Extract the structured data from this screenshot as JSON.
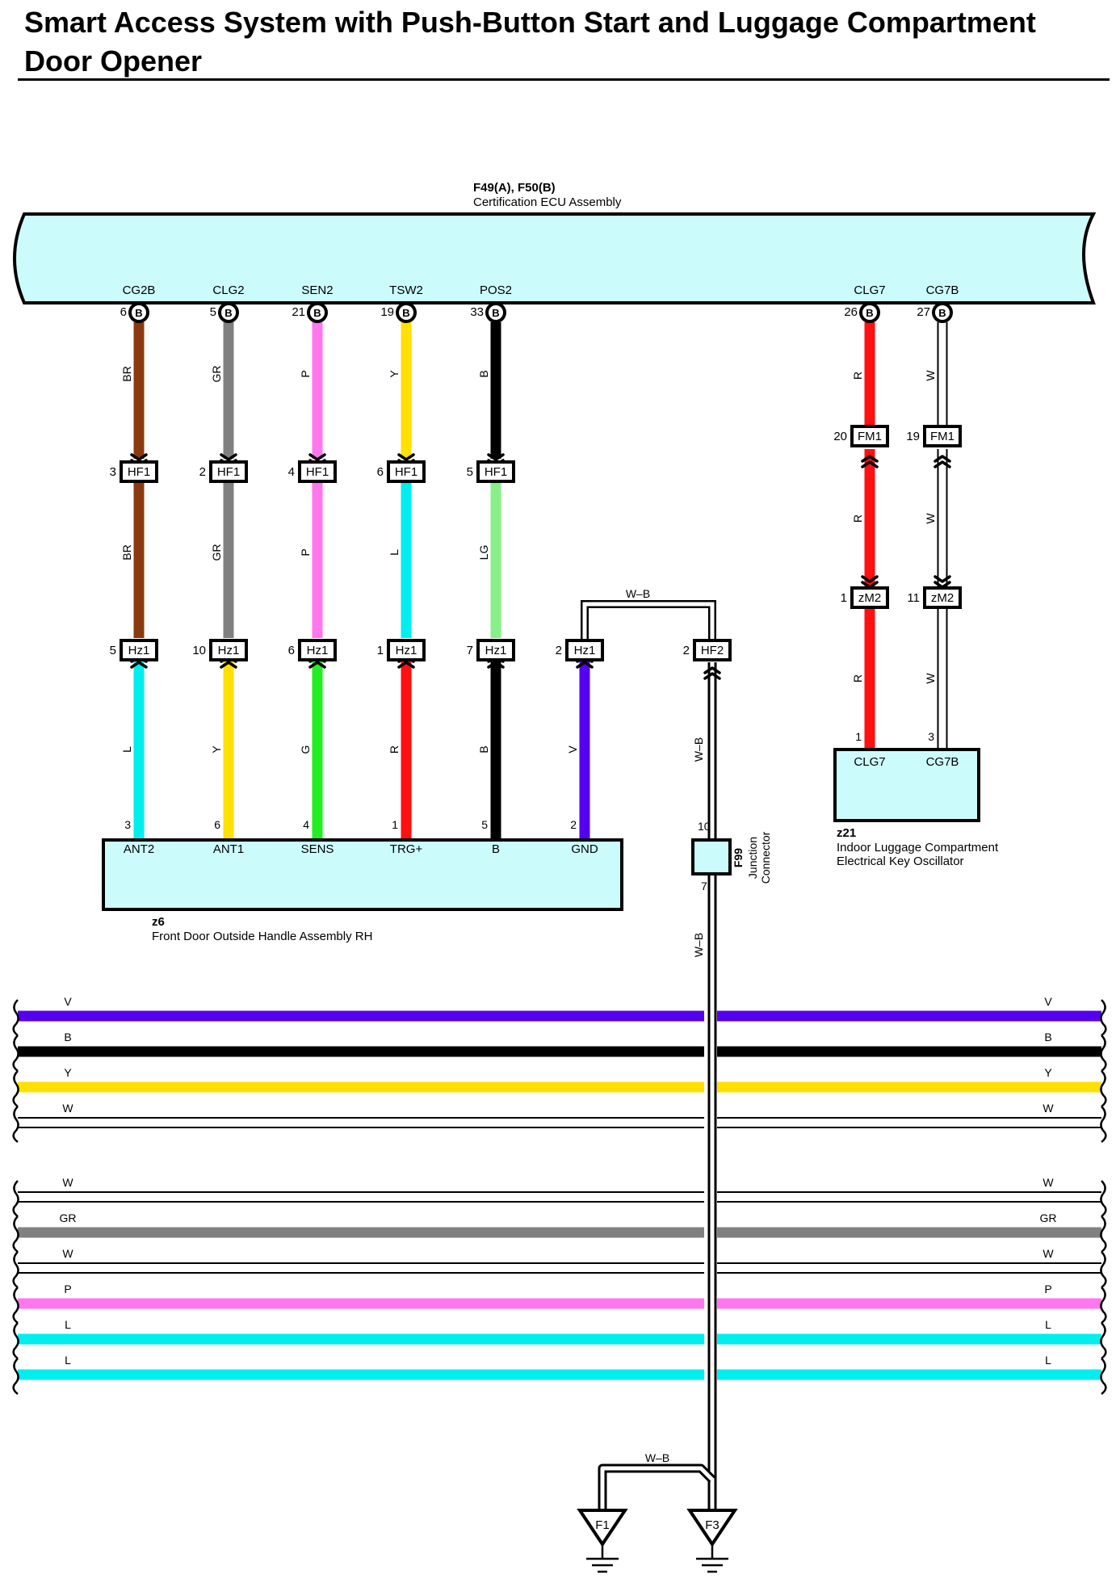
{
  "title": "Smart Access System with Push-Button Start and Luggage Compartment Door Opener",
  "ecu": {
    "code": "F49(A), F50(B)",
    "name": "Certification ECU Assembly",
    "terminals": [
      {
        "label": "CG2B",
        "pin": "6",
        "marker": "B"
      },
      {
        "label": "CLG2",
        "pin": "5",
        "marker": "B"
      },
      {
        "label": "SEN2",
        "pin": "21",
        "marker": "B"
      },
      {
        "label": "TSW2",
        "pin": "19",
        "marker": "B"
      },
      {
        "label": "POS2",
        "pin": "33",
        "marker": "B"
      },
      {
        "label": "CLG7",
        "pin": "26",
        "marker": "B"
      },
      {
        "label": "CG7B",
        "pin": "27",
        "marker": "B"
      }
    ]
  },
  "left_circuits": [
    {
      "upper_color": "BR",
      "upper_hex": "#8B3A0F",
      "hf1_pin": "3",
      "mid_color": "BR",
      "mid_hex": "#8B3A0F",
      "hz1_pin": "5",
      "lower_color": "L",
      "lower_hex": "#00EEEE",
      "z6_pin": "3",
      "z6_label": "ANT2"
    },
    {
      "upper_color": "GR",
      "upper_hex": "#808080",
      "hf1_pin": "2",
      "mid_color": "GR",
      "mid_hex": "#808080",
      "hz1_pin": "10",
      "lower_color": "Y",
      "lower_hex": "#FFE000",
      "z6_pin": "6",
      "z6_label": "ANT1"
    },
    {
      "upper_color": "P",
      "upper_hex": "#FF77EE",
      "hf1_pin": "4",
      "mid_color": "P",
      "mid_hex": "#FF77EE",
      "hz1_pin": "6",
      "lower_color": "G",
      "lower_hex": "#22EE22",
      "z6_pin": "4",
      "z6_label": "SENS"
    },
    {
      "upper_color": "Y",
      "upper_hex": "#FFE000",
      "hf1_pin": "6",
      "mid_color": "L",
      "mid_hex": "#00EEEE",
      "hz1_pin": "1",
      "lower_color": "R",
      "lower_hex": "#FF1111",
      "z6_pin": "1",
      "z6_label": "TRG+"
    },
    {
      "upper_color": "B",
      "upper_hex": "#000000",
      "hf1_pin": "5",
      "mid_color": "LG",
      "mid_hex": "#88F088",
      "hz1_pin": "7",
      "lower_color": "B",
      "lower_hex": "#000000",
      "z6_pin": "5",
      "z6_label": "B"
    }
  ],
  "gnd_circuit": {
    "hz1_pin": "2",
    "lower_color": "V",
    "lower_hex": "#5500EE",
    "z6_pin": "2",
    "z6_label": "GND",
    "bridge_color": "W–B",
    "hf2_pin": "2"
  },
  "connector_names": {
    "hf1": "HF1",
    "hz1": "Hz1",
    "hf2": "HF2",
    "fm1": "FM1",
    "zm2": "zM2"
  },
  "right_circuits": [
    {
      "upper_color": "R",
      "upper_hex": "#FF1111",
      "fm1_pin": "20",
      "mid_color": "R",
      "zm2_pin": "1",
      "lower_color": "R",
      "z21_pin": "1",
      "z21_label": "CLG7"
    },
    {
      "upper_color": "W",
      "upper_hex": "#FFFFFF",
      "fm1_pin": "19",
      "mid_color": "W",
      "zm2_pin": "11",
      "lower_color": "W",
      "z21_pin": "3",
      "z21_label": "CG7B"
    }
  ],
  "z6": {
    "code": "z6",
    "name": "Front Door Outside Handle Assembly RH"
  },
  "z21": {
    "code": "z21",
    "name_line1": "Indoor Luggage Compartment",
    "name_line2": "Electrical Key Oscillator"
  },
  "f99": {
    "code": "F99",
    "name_line1": "Junction",
    "name_line2": "Connector",
    "pin_in": "10",
    "pin_out": "7"
  },
  "ground_wire": {
    "upper_color": "W–B",
    "lower_color": "W–B",
    "branch_color": "W–B"
  },
  "grounds": [
    {
      "label": "F1"
    },
    {
      "label": "F3"
    }
  ],
  "harness_group1": [
    {
      "color": "V",
      "hex": "#5500EE"
    },
    {
      "color": "B",
      "hex": "#000000"
    },
    {
      "color": "Y",
      "hex": "#FFE000"
    },
    {
      "color": "W",
      "hex": "#FFFFFF"
    }
  ],
  "harness_group2": [
    {
      "color": "W",
      "hex": "#FFFFFF"
    },
    {
      "color": "GR",
      "hex": "#808080"
    },
    {
      "color": "W",
      "hex": "#FFFFFF"
    },
    {
      "color": "P",
      "hex": "#FF77EE"
    },
    {
      "color": "L",
      "hex": "#00EEEE"
    },
    {
      "color": "L",
      "hex": "#00EEEE"
    }
  ],
  "colors": {
    "module_fill": "#CCFBFB",
    "outline": "#000000"
  }
}
